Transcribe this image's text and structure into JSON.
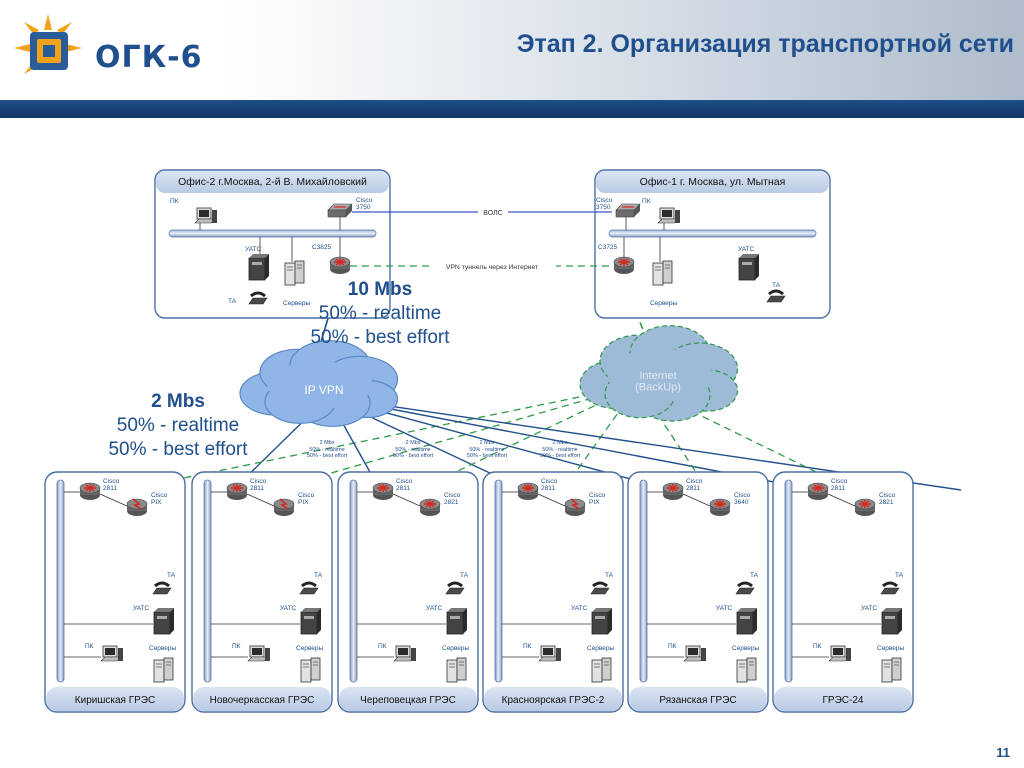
{
  "header": {
    "logo_text": "ОГК-6",
    "title": "Этап 2. Организация транспортной сети",
    "page_number": "11"
  },
  "colors": {
    "brand_blue": "#1f4f8c",
    "header_bar": "#0f3566",
    "site_box_border": "#4a6fa5",
    "site_box_header": "#c7d6ec",
    "vpn_cloud": "#8fb6e6",
    "internet_cloud": "#9dbad6",
    "green_link": "#2e9a48"
  },
  "offices": [
    {
      "name": "Офис-2 г.Москва, 2-й В. Михайловский",
      "pc_label": "ПК",
      "router_label": "Cisco\n3750",
      "gateway_label": "C3825",
      "pbx_label": "УАТС",
      "servers_label": "Серверы",
      "phone_label": "ТА"
    },
    {
      "name": "Офис-1 г. Москва, ул. Мытная",
      "pc_label": "ПК",
      "router_label": "Cisco\n3750",
      "gateway_label": "C3725",
      "pbx_label": "УАТС",
      "servers_label": "Серверы",
      "phone_label": "ТА"
    }
  ],
  "links": {
    "fiber_label": "ВОЛС",
    "vpn_tunnel_label": "VPN туннель через Интернет"
  },
  "clouds": {
    "ip_vpn": "IP VPN",
    "internet_line1": "Internet",
    "internet_line2": "(BackUp)"
  },
  "speed_main": {
    "mbs": "10 Mbs",
    "line1": "50% - realtime",
    "line2": "50% - best effort"
  },
  "speed_branch": {
    "mbs": "2 Mbs",
    "line1": "50% - realtime",
    "line2": "50% - best effort"
  },
  "mini_labels": [
    {
      "mbs": "2 Mbs",
      "line1": "50% - realtime",
      "line2": "50% - best effort"
    },
    {
      "mbs": "2 Mbs",
      "line1": "50% - realtime",
      "line2": "50% - best effort"
    },
    {
      "mbs": "2 Mbs",
      "line1": "50% - realtime",
      "line2": "50% - best effort"
    },
    {
      "mbs": "2 Mbs",
      "line1": "50% - realtime",
      "line2": "50% - best effort"
    }
  ],
  "plants": [
    {
      "name": "Киришская ГРЭС",
      "router": "Cisco\n2811",
      "second": "Cisco\nPIX",
      "phone": "ТА",
      "pbx": "УАТС",
      "pc": "ПК",
      "servers": "Серверы"
    },
    {
      "name": "Новочеркасская ГРЭС",
      "router": "Cisco\n2811",
      "second": "Cisco\nPIX",
      "phone": "ТА",
      "pbx": "УАТС",
      "pc": "ПК",
      "servers": "Серверы"
    },
    {
      "name": "Череповецкая ГРЭС",
      "router": "Cisco\n2811",
      "second": "Cisco\n2821",
      "phone": "ТА",
      "pbx": "УАТС",
      "pc": "ПК",
      "servers": "Серверы"
    },
    {
      "name": "Красноярская ГРЭС-2",
      "router": "Cisco\n2811",
      "second": "Cisco\nPIX",
      "phone": "ТА",
      "pbx": "УАТС",
      "pc": "ПК",
      "servers": "Серверы"
    },
    {
      "name": "Рязанская ГРЭС",
      "router": "Cisco\n2811",
      "second": "Cisco\n3640",
      "phone": "ТА",
      "pbx": "УАТС",
      "pc": "ПК",
      "servers": "Серверы"
    },
    {
      "name": "ГРЭС-24",
      "router": "Cisco\n2811",
      "second": "Cisco\n2821",
      "phone": "ТА",
      "pbx": "УАТС",
      "pc": "ПК",
      "servers": "Серверы"
    }
  ]
}
